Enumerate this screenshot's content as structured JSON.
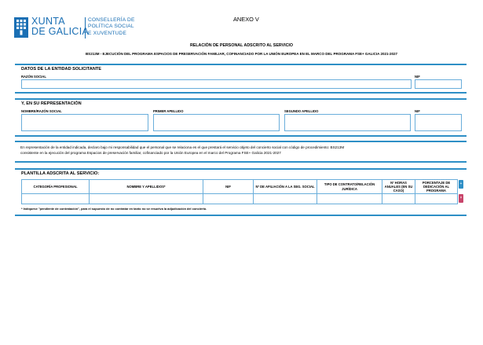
{
  "header": {
    "logo_line1": "XUNTA",
    "logo_line2": "DE GALICIA",
    "dept_line1": "CONSELLERÍA DE",
    "dept_line2": "POLÍTICA SOCIAL",
    "dept_line3": "E XUVENTUDE",
    "brand_color": "#1a6fb4"
  },
  "annex": "ANEXO V",
  "title": "RELACIÓN DE PERSONAL ADSCRITO AL SERVICIO",
  "subtitle": "BS213M - EJECUCIÓN DEL PROGRAMA ESPACIOS DE PRESERVACIÓN FAMILIAR, COFINANCIADO POR LA UNIÓN EUROPEA EN EL MARCO DEL PROGRAMA FSE+ GALICIA 2021-2027",
  "entity": {
    "title": "DATOS DE LA ENTIDAD SOLICITANTE",
    "name_label": "RAZÓN SOCIAL",
    "nif_label": "NIF",
    "name_value": "",
    "nif_value": ""
  },
  "representative": {
    "title": "Y, EN SU REPRESENTACIÓN",
    "name_label": "NOMBRE/RAZÓN SOCIAL",
    "surname1_label": "PRIMER APELLIDO",
    "surname2_label": "SEGUNDO APELLIDO",
    "nif_label": "NIF",
    "name_value": "",
    "surname1_value": "",
    "surname2_value": "",
    "nif_value": ""
  },
  "declaration": {
    "line1": "En representación de la entidad indicada, declaro bajo mi responsabilidad que el personal que se relaciona es el que prestará el servicio objeto del concierto social con código de procedimiento: BS213M",
    "line2": "consistente en la ejecución del programa Espacios de preservación familiar, cofinanciado por la Unión Europea en el marco del Programa FSE+ Galicia 2021-2027"
  },
  "staff": {
    "title": "PLANTILLA ADSCRITA AL SERVICIO:",
    "columns": [
      "CATEGORÍA PROFESIONAL",
      "NOMBRE Y APELLIDOS*",
      "NIF",
      "Nº DE AFILIACIÓN A LA SEG. SOCIAL",
      "TIPO DE CONTRATO/RELACIÓN JURÍDICA",
      "Nº HORAS ANUALES (EN SU CASO)",
      "PORCENTAJE DE DEDICACIÓN AL PROGRAMA"
    ],
    "rows": [
      [
        "",
        "",
        "",
        "",
        "",
        "",
        ""
      ]
    ],
    "add_symbol": "+",
    "remove_symbol": "×",
    "footnote": "* Indíquese \"pendiente de contratación\", para el supuesto de no contratar en tanto no se resuelva la adjudicación del concierto."
  },
  "accent_color": "#2e8fc6"
}
